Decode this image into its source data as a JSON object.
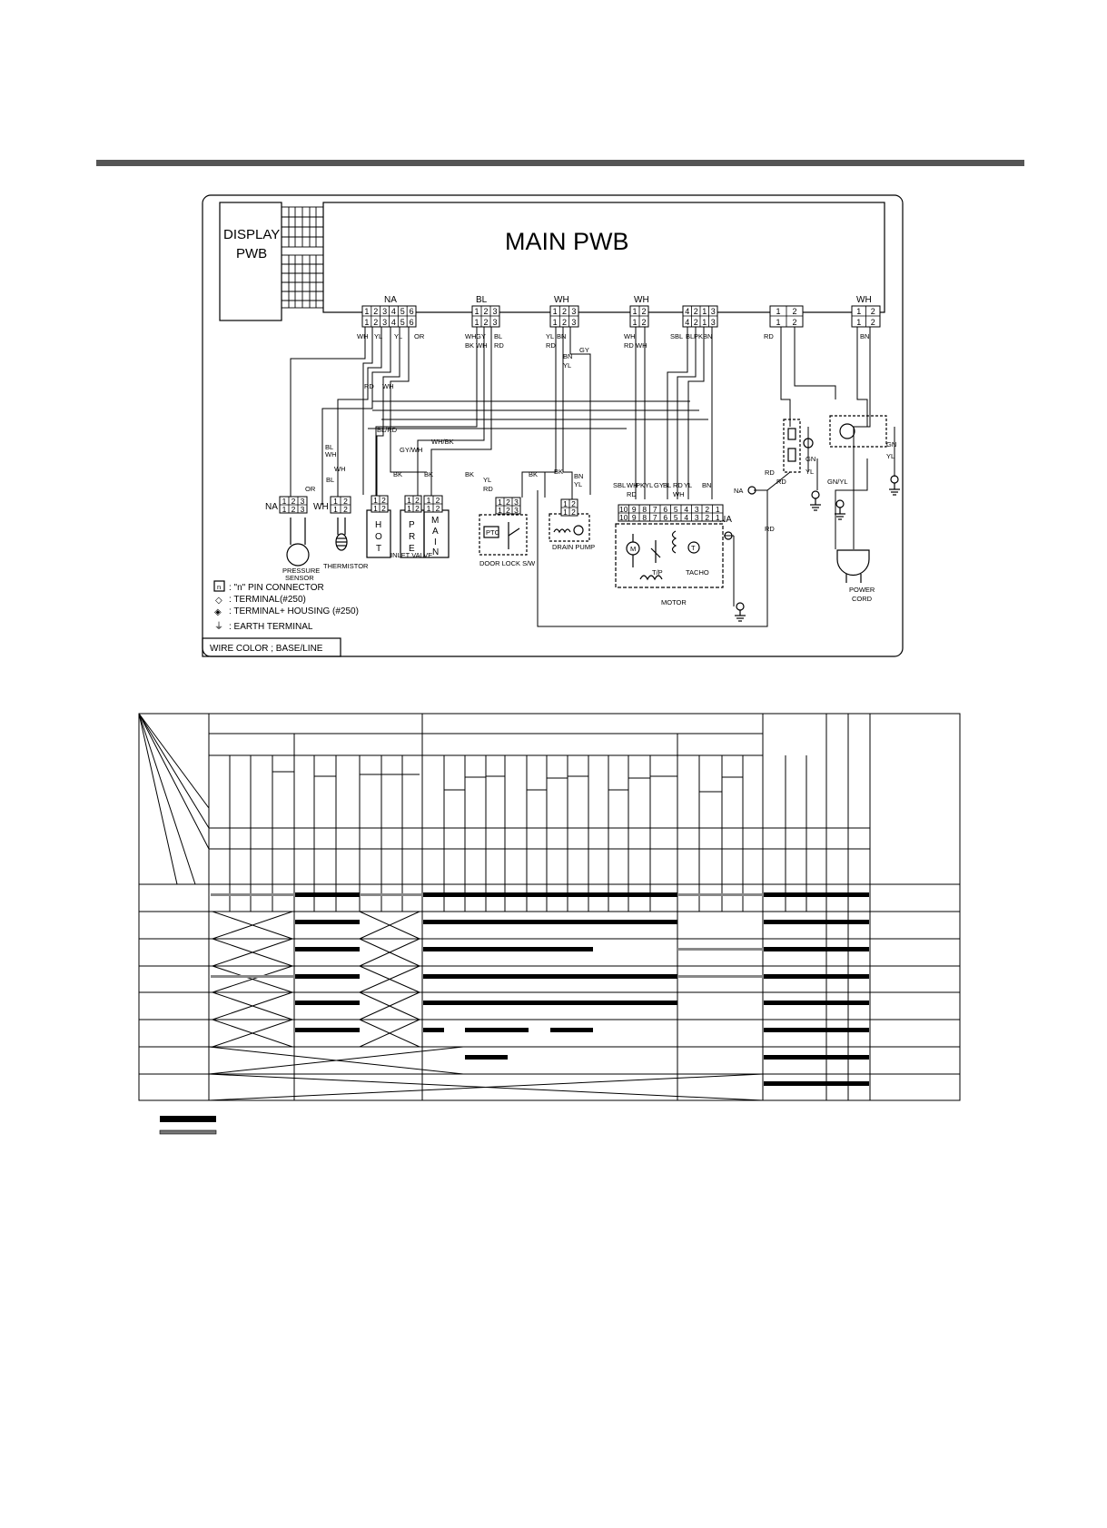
{
  "main_board": "MAIN PWB",
  "display_board": [
    "DISPLAY",
    "PWB"
  ],
  "connectors": {
    "na": {
      "label": "NA",
      "pins": [
        "1",
        "2",
        "3",
        "4",
        "5",
        "6"
      ]
    },
    "bl": {
      "label": "BL",
      "pins": [
        "1",
        "2",
        "3"
      ]
    },
    "wh1": {
      "label": "WH",
      "pins": [
        "1",
        "2",
        "3"
      ]
    },
    "wh2": {
      "label": "WH",
      "pins": [
        "1",
        "2"
      ]
    },
    "c5": {
      "label": "",
      "pins": [
        "4",
        "2",
        "1",
        "3"
      ]
    },
    "c6": {
      "label": "",
      "pins": [
        "1",
        "2"
      ]
    },
    "wh3": {
      "label": "WH",
      "pins": [
        "1",
        "2"
      ]
    }
  },
  "wires": {
    "na": [
      "WH",
      "YL",
      "YL",
      "OR"
    ],
    "bl": [
      "WH",
      "GY",
      "BL",
      "BK",
      "WH",
      "RD"
    ],
    "wh1": [
      "YL",
      "BN",
      "RD",
      "BN",
      "YL",
      "GY"
    ],
    "wh2": [
      "WH",
      "RD",
      "WH"
    ],
    "c5": [
      "SBL",
      "BL",
      "PK",
      "BN"
    ],
    "c6": [
      "RD"
    ],
    "wh3": [
      "BN"
    ],
    "mid": [
      "RD",
      "WH",
      "BL/RD",
      "BL",
      "WH",
      "GY/WH",
      "WH/BK",
      "BK",
      "BK",
      "BK",
      "BK",
      "BK",
      "BN",
      "YL",
      "YL",
      "RD",
      "BL",
      "WH",
      "OR"
    ],
    "motor": [
      "SBL",
      "WH",
      "PK",
      "YL",
      "GY",
      "BL",
      "RD",
      "YL",
      "BN",
      "RD",
      "WH"
    ],
    "right": [
      "RD",
      "RD",
      "RD",
      "GN",
      "YL",
      "GN",
      "YL",
      "GN/YL"
    ]
  },
  "components": {
    "pressure_sensor": [
      "PRESSURE",
      "SENSOR"
    ],
    "thermistor": "THERMISTOR",
    "inlet_valve": "INLET VALVE",
    "valve_letters": {
      "hot": [
        "H",
        "O",
        "T"
      ],
      "pre": [
        "P",
        "R",
        "E"
      ],
      "main": [
        "M",
        "A",
        "I",
        "N"
      ]
    },
    "door_lock": "DOOR LOCK S/W",
    "ptc": "PTC",
    "drain_pump": "DRAIN PUMP",
    "motor": "MOTOR",
    "tp": "T/P",
    "tacho": "TACHO",
    "tacho_t": "T",
    "motor_m": "M",
    "power_cord": [
      "POWER",
      "CORD"
    ],
    "ns_label_left": "NA",
    "wh_label_left": "WH",
    "na_motor": "NA",
    "na_right": "NA",
    "pins_12": [
      "1",
      "2"
    ],
    "pins_123": [
      "1",
      "2",
      "3"
    ],
    "pins_456": [
      "4",
      "5",
      "6"
    ],
    "motor_pins": [
      "10",
      "9",
      "8",
      "7",
      "6",
      "5",
      "4",
      "3",
      "2",
      "1"
    ]
  },
  "legend": [
    {
      "sym": "n",
      "text": ": \"n\" PIN CONNECTOR"
    },
    {
      "sym": "◇",
      "text": ": TERMINAL(#250)"
    },
    {
      "sym": "◈",
      "text": ": TERMINAL+ HOUSING (#250)"
    },
    {
      "sym": "⏚",
      "text": ": EARTH TERMINAL"
    }
  ],
  "wire_color_note": "WIRE COLOR ; BASE/LINE",
  "table": {
    "solid_rows": [
      [
        [
          302,
          368
        ],
        [
          433,
          694
        ],
        [
          782,
          890
        ]
      ],
      [
        [
          302,
          368
        ],
        [
          433,
          694
        ],
        [
          782,
          890
        ]
      ],
      [
        [
          302,
          368
        ],
        [
          433,
          607
        ],
        [
          782,
          890
        ]
      ],
      [
        [
          302,
          368
        ],
        [
          433,
          694
        ],
        [
          782,
          890
        ]
      ],
      [
        [
          302,
          368
        ],
        [
          433,
          694
        ],
        [
          782,
          890
        ]
      ],
      [
        [
          302,
          368
        ],
        [
          433,
          455
        ],
        [
          476,
          541
        ],
        [
          563,
          607
        ],
        [
          782,
          890
        ]
      ],
      [
        [
          476,
          520
        ],
        [
          782,
          890
        ]
      ],
      [
        [
          782,
          890
        ]
      ]
    ],
    "hatched_rows": [
      [
        [
          216,
          302
        ],
        [
          368,
          433
        ],
        [
          694,
          782
        ]
      ],
      [],
      [
        [
          694,
          782
        ]
      ],
      [
        [
          216,
          302
        ],
        [
          694,
          782
        ]
      ],
      [],
      [],
      [],
      []
    ]
  }
}
